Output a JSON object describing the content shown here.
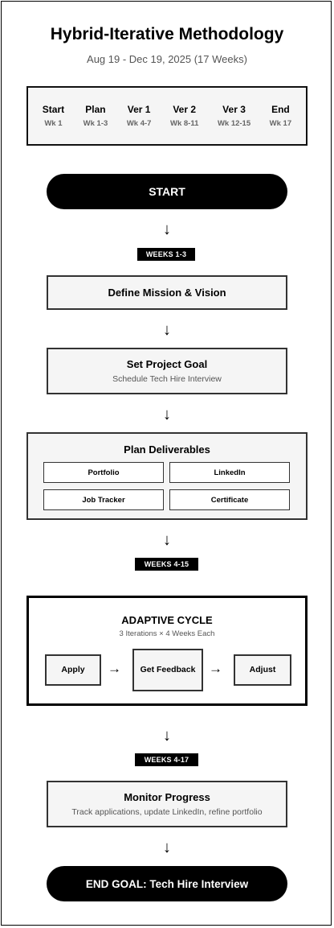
{
  "title": "Hybrid-Iterative Methodology",
  "subtitle": "Aug 19 - Dec 19, 2025 (17 Weeks)",
  "timeline": [
    {
      "label": "Start",
      "weeks": "Wk 1"
    },
    {
      "label": "Plan",
      "weeks": "Wk 1-3"
    },
    {
      "label": "Ver 1",
      "weeks": "Wk 4-7"
    },
    {
      "label": "Ver 2",
      "weeks": "Wk 8-11"
    },
    {
      "label": "Ver 3",
      "weeks": "Wk 12-15"
    },
    {
      "label": "End",
      "weeks": "Wk 17"
    }
  ],
  "start_label": "START",
  "arrow_glyph": "↓",
  "right_arrow_glyph": "→",
  "tags": {
    "weeks_1_3": "WEEKS 1-3",
    "weeks_4_15": "WEEKS 4-15",
    "weeks_4_17": "WEEKS 4-17"
  },
  "mission": {
    "title": "Define Mission & Vision"
  },
  "goal": {
    "title": "Set Project Goal",
    "subtitle": "Schedule Tech Hire Interview"
  },
  "deliverables": {
    "title": "Plan Deliverables",
    "items": [
      "Portfolio",
      "LinkedIn",
      "Job Tracker",
      "Certificate"
    ]
  },
  "cycle": {
    "title": "ADAPTIVE CYCLE",
    "subtitle": "3 Iterations × 4 Weeks Each",
    "steps": [
      "Apply",
      "Get Feedback",
      "Adjust"
    ]
  },
  "monitor": {
    "title": "Monitor Progress",
    "subtitle": "Track applications, update LinkedIn, refine portfolio"
  },
  "end_label": "END GOAL: Tech Hire Interview"
}
